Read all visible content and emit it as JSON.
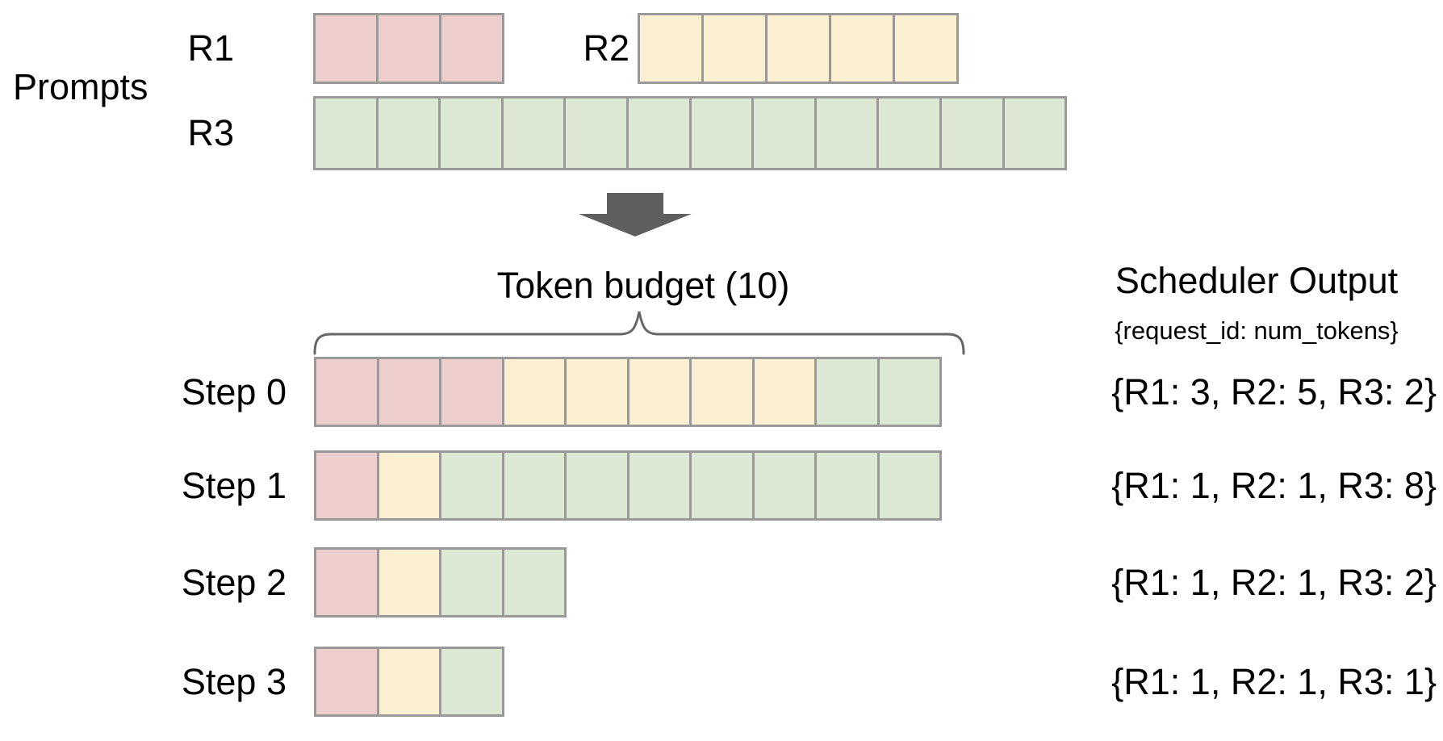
{
  "figure_title": "Token budget scheduling diagram",
  "colors": {
    "R1": "#edcecd",
    "R2": "#fbf0d2",
    "R3": "#dde8d4",
    "cell_border": "#999999",
    "arrow": "#5f5f5f",
    "brace": "#666666",
    "text": "#000000",
    "background": "#ffffff"
  },
  "prompts": {
    "section_label": "Prompts",
    "requests": [
      {
        "id": "R1",
        "label": "R1",
        "num_tokens": 3
      },
      {
        "id": "R2",
        "label": "R2",
        "num_tokens": 5
      },
      {
        "id": "R3",
        "label": "R3",
        "num_tokens": 12
      }
    ]
  },
  "token_budget": {
    "label": "Token budget (10)",
    "value": 10
  },
  "scheduler": {
    "title": "Scheduler Output",
    "subtitle": "{request_id: num_tokens}"
  },
  "steps": [
    {
      "label": "Step 0",
      "allocations": [
        {
          "request": "R1",
          "tokens": 3
        },
        {
          "request": "R2",
          "tokens": 5
        },
        {
          "request": "R3",
          "tokens": 2
        }
      ],
      "output": "{R1: 3, R2: 5, R3: 2}"
    },
    {
      "label": "Step 1",
      "allocations": [
        {
          "request": "R1",
          "tokens": 1
        },
        {
          "request": "R2",
          "tokens": 1
        },
        {
          "request": "R3",
          "tokens": 8
        }
      ],
      "output": "{R1: 1, R2: 1, R3: 8}"
    },
    {
      "label": "Step 2",
      "allocations": [
        {
          "request": "R1",
          "tokens": 1
        },
        {
          "request": "R2",
          "tokens": 1
        },
        {
          "request": "R3",
          "tokens": 2
        }
      ],
      "output": "{R1: 1, R2: 1, R3: 2}"
    },
    {
      "label": "Step 3",
      "allocations": [
        {
          "request": "R1",
          "tokens": 1
        },
        {
          "request": "R2",
          "tokens": 1
        },
        {
          "request": "R3",
          "tokens": 1
        }
      ],
      "output": "{R1: 1, R2: 1, R3: 1}"
    }
  ]
}
